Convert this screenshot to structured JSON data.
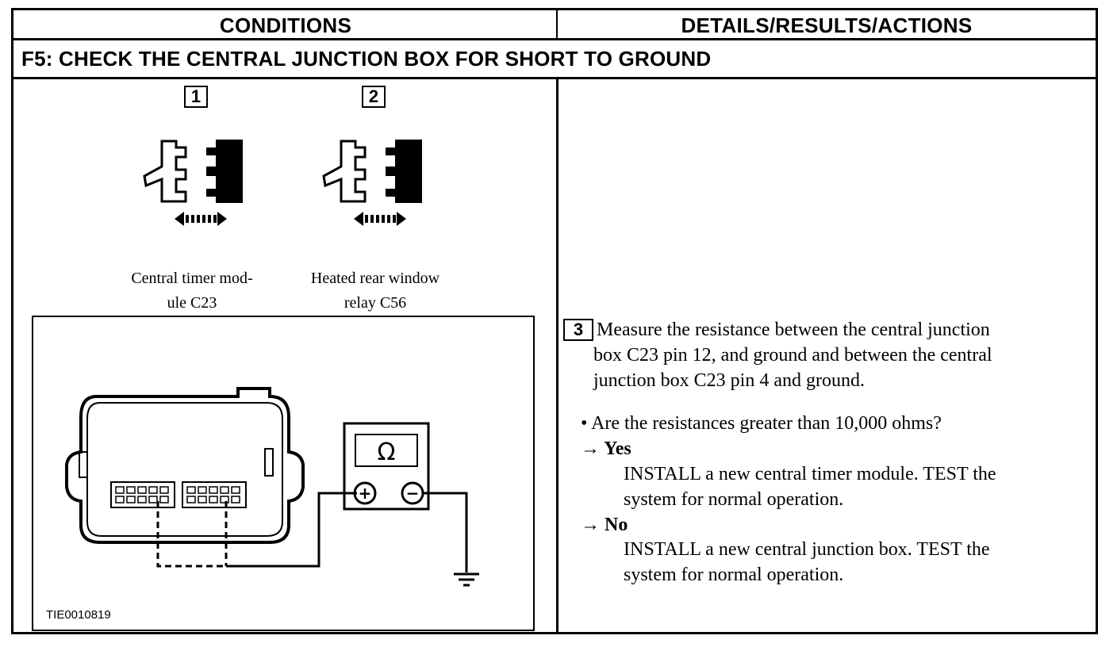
{
  "header": {
    "conditions": "CONDITIONS",
    "details": "DETAILS/RESULTS/ACTIONS"
  },
  "step": {
    "title": "F5: CHECK THE CENTRAL JUNCTION BOX FOR SHORT TO GROUND"
  },
  "conditions": {
    "connector_1": {
      "number": "1",
      "caption_line1": "Central timer mod-",
      "caption_line2": "ule C23"
    },
    "connector_2": {
      "number": "2",
      "caption_line1": "Heated rear window",
      "caption_line2": "relay C56"
    },
    "diagram": {
      "meter_symbol": "Ω",
      "plus_symbol": "+",
      "minus_symbol": "−",
      "figure_id": "TIE0010819"
    }
  },
  "actions": {
    "step_number": "3",
    "instruction_line1": "Measure the resistance between the central junction",
    "instruction_line2": "box C23 pin 12, and ground and between the central",
    "instruction_line3": "junction box C23 pin 4 and ground.",
    "question": "• Are the resistances greater than 10,000 ohms?",
    "yes_label": "→ Yes",
    "yes_action_line1": "INSTALL a new central timer module. TEST the",
    "yes_action_line2": "system for normal operation.",
    "no_label": "→ No",
    "no_action_line1": "INSTALL a new central junction box. TEST the",
    "no_action_line2": "system for normal operation."
  }
}
